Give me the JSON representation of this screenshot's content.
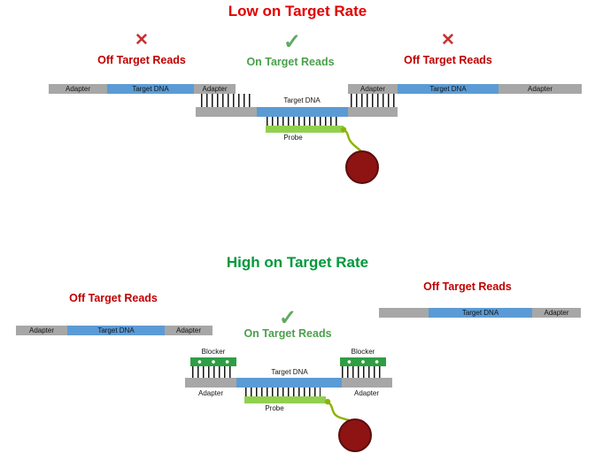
{
  "icons": {
    "cross": "✕",
    "check": "✓"
  },
  "colors": {
    "title_red": "#e10000",
    "title_green": "#00993b",
    "off_target_red": "#c00000",
    "on_target_green": "#4ba04b",
    "adapter_gray": "#a7a7a7",
    "target_blue": "#5b9bd5",
    "probe_green": "#92d050",
    "blocker_green": "#2e9e44",
    "bead_dark_red": "#8e1313",
    "linker_green": "#8cb400"
  },
  "low_section": {
    "title": "Low on Target Rate",
    "left": {
      "label": "Off Target Reads",
      "bar": {
        "segments": [
          "Adapter",
          "Target DNA",
          "Adapter"
        ]
      }
    },
    "center": {
      "label": "On Target Reads"
    },
    "right": {
      "label": "Off Target Reads",
      "bar": {
        "segments": [
          "Adapter",
          "Target DNA",
          "Adapter"
        ]
      }
    },
    "complex": {
      "target_label": "Target DNA",
      "probe_label": "Probe"
    }
  },
  "high_section": {
    "title": "High on Target Rate",
    "left": {
      "label": "Off Target Reads",
      "bar": {
        "segments": [
          "Adapter",
          "Target DNA",
          "Adapter"
        ]
      }
    },
    "center": {
      "label": "On Target Reads"
    },
    "right": {
      "label": "Off Target Reads",
      "bar": {
        "segments": [
          "",
          "Target DNA",
          "Adapter"
        ]
      }
    },
    "complex": {
      "blocker_left_label": "Blocker",
      "blocker_right_label": "Blocker",
      "target_label": "Target DNA",
      "adapter_left_label": "Adapter",
      "adapter_right_label": "Adapter",
      "probe_label": "Probe"
    }
  }
}
